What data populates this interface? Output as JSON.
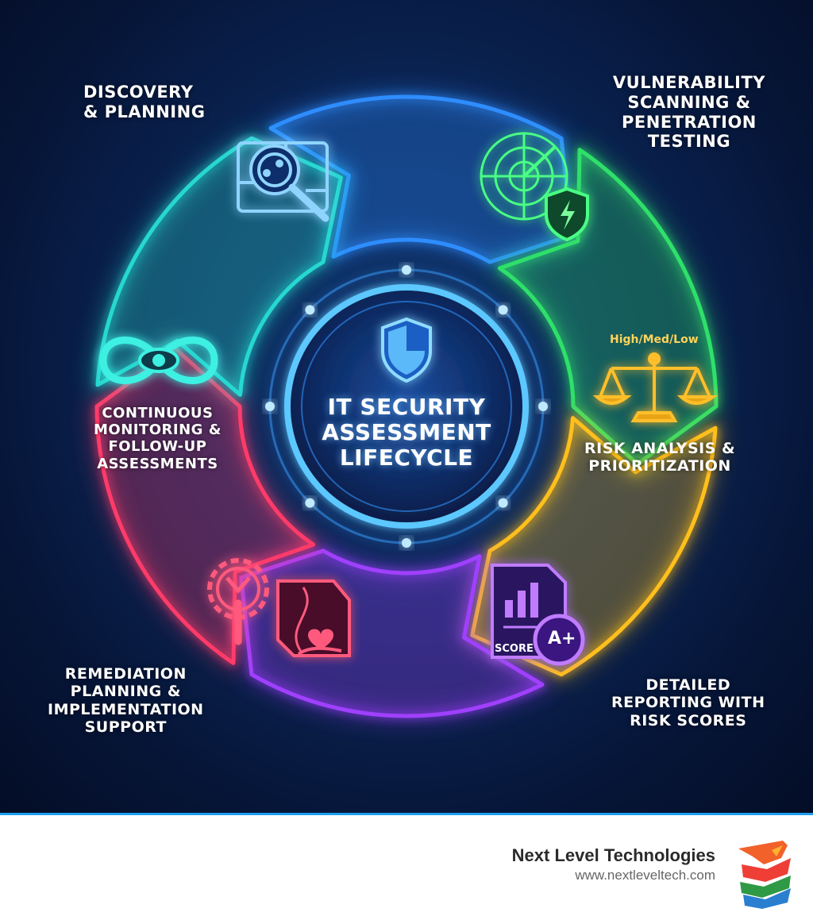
{
  "diagram": {
    "center_title_lines": [
      "IT SECURITY",
      "ASSESSMENT",
      "LIFECYCLE"
    ],
    "stages": [
      {
        "id": "discovery",
        "lines": [
          "DISCOVERY",
          "& PLANNING"
        ],
        "color": "#2f8dff",
        "icon": "magnifier-map-icon"
      },
      {
        "id": "scanning",
        "lines": [
          "VULNERABILITY",
          "SCANNING &",
          "PENETRATION",
          "TESTING"
        ],
        "color": "#2ee06a",
        "icon": "radar-shield-icon"
      },
      {
        "id": "risk",
        "lines": [
          "RISK ANALYSIS &",
          "PRIORITIZATION"
        ],
        "color": "#ffbf1f",
        "icon": "balance-scale-icon"
      },
      {
        "id": "reporting",
        "lines": [
          "DETAILED",
          "REPORTING WITH",
          "RISK SCORES"
        ],
        "color": "#a040ff",
        "icon": "report-score-icon"
      },
      {
        "id": "remediation",
        "lines": [
          "REMEDIATION",
          "PLANNING &",
          "IMPLEMENTATION",
          "SUPPORT"
        ],
        "color": "#ff3a6a",
        "icon": "wrench-gear-road-icon"
      },
      {
        "id": "monitoring",
        "lines": [
          "CONTINUOUS",
          "MONITORING &",
          "FOLLOW-UP",
          "ASSESSMENTS"
        ],
        "color": "#28d8d0",
        "icon": "infinity-eye-icon"
      }
    ],
    "risk_levels": "High/Med/Low",
    "score_label": "SCORE",
    "grade": "A+"
  },
  "footer": {
    "company": "Next Level Technologies",
    "url": "www.nextleveltech.com"
  }
}
